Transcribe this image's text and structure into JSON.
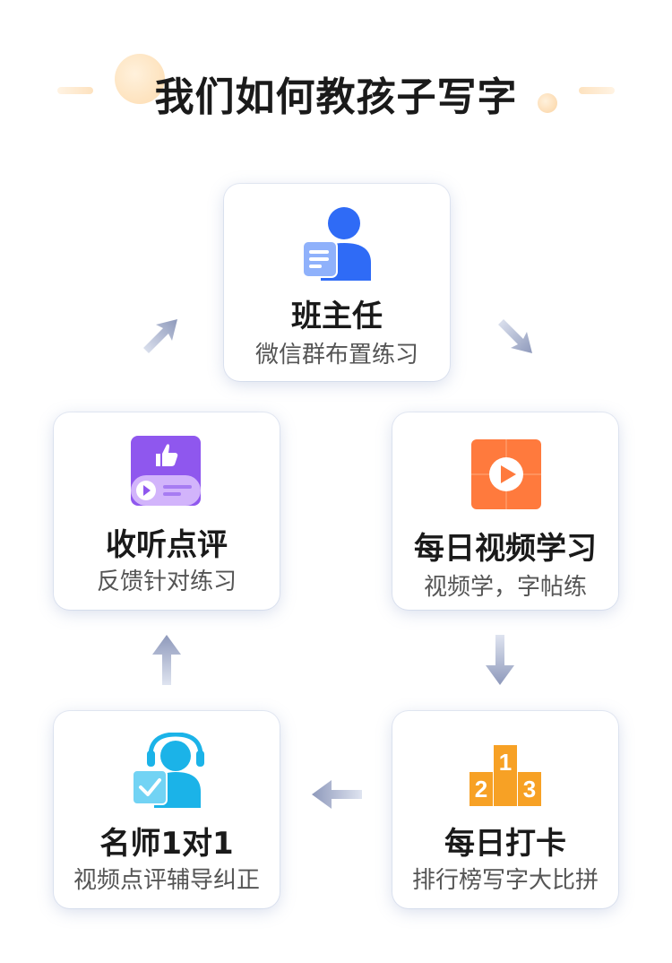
{
  "title": "我们如何教孩子写字",
  "steps": [
    {
      "id": "teacher",
      "title": "班主任",
      "subtitle": "微信群布置练习",
      "icon": "teacher-icon"
    },
    {
      "id": "video",
      "title": "每日视频学习",
      "subtitle": "视频学，字帖练",
      "icon": "video-play-icon"
    },
    {
      "id": "checkin",
      "title": "每日打卡",
      "subtitle": "排行榜写字大比拼",
      "icon": "podium-icon"
    },
    {
      "id": "mentor",
      "title": "名师1对1",
      "subtitle": "视频点评辅导纠正",
      "icon": "headset-tutor-icon"
    },
    {
      "id": "review",
      "title": "收听点评",
      "subtitle": "反馈针对练习",
      "icon": "thumbs-up-review-icon"
    }
  ],
  "podium_numbers": [
    "1",
    "2",
    "3"
  ],
  "colors": {
    "teacher_blue": "#2f6bf6",
    "video_orange": "#ff7a3d",
    "podium_orange": "#f7a125",
    "tutor_cyan": "#1bb3e8",
    "review_purple": "#8f57ee",
    "arrow_gray": "#9aa4c4"
  }
}
